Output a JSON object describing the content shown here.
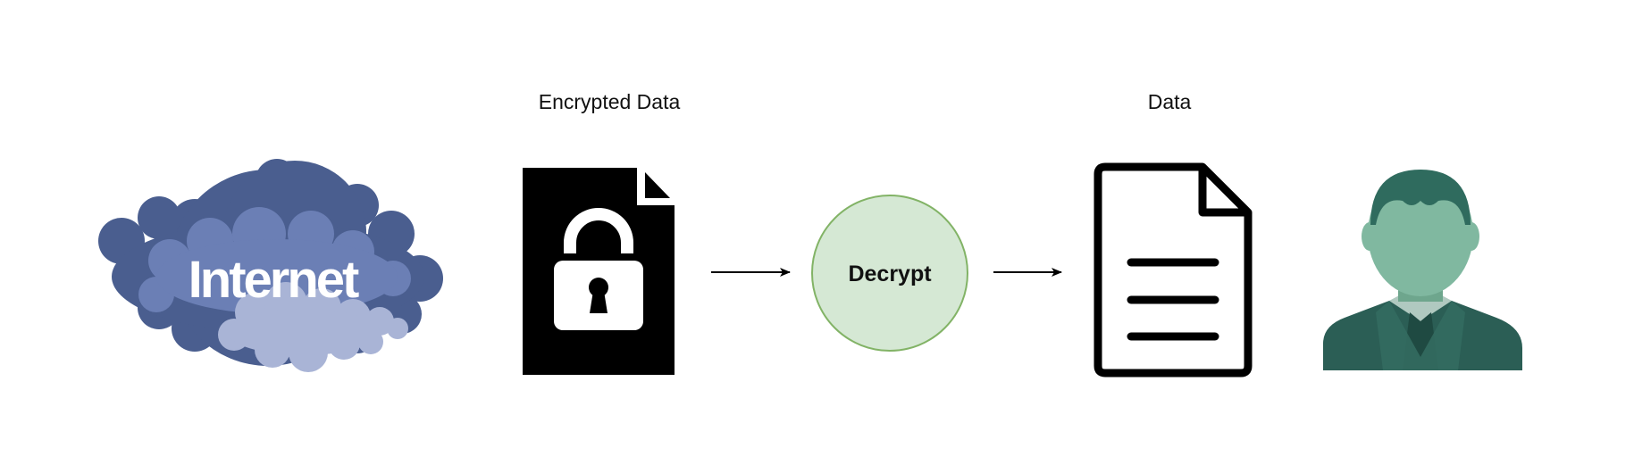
{
  "labels": {
    "encrypted_data": "Encrypted Data",
    "data": "Data"
  },
  "cloud": {
    "text": "Internet",
    "colors": {
      "dark": "#4a5e8f",
      "mid": "#6b7fb5",
      "light": "#a9b4d6"
    }
  },
  "process": {
    "text": "Decrypt",
    "fill": "#d5e8d4",
    "stroke": "#82b366"
  },
  "icons": {
    "encrypted_file": "locked-file-icon",
    "plain_file": "document-icon",
    "user": "user-icon"
  },
  "user_colors": {
    "head": "#80b8a0",
    "hair": "#2f6b5e",
    "suit": "#2b5e55",
    "shirt": "#b0c9c0",
    "tie": "#1f4a42"
  }
}
